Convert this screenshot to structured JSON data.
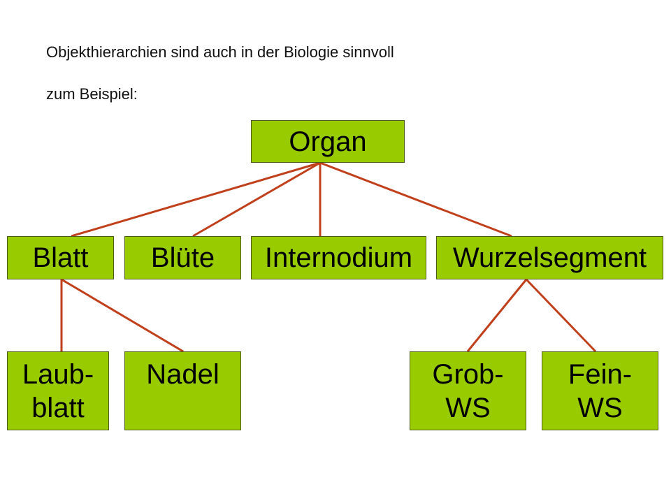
{
  "intro": {
    "line1": "Objekthierarchien sind auch in der Biologie sinnvoll",
    "line2": "zum Beispiel:"
  },
  "colors": {
    "node_fill": "#99cc00",
    "edge": "#c0401c"
  },
  "nodes": {
    "organ": "Organ",
    "blatt": "Blatt",
    "bluete": "Blüte",
    "internodium": "Internodium",
    "wurzelsegment": "Wurzelsegment",
    "laubblatt": "Laub-\nblatt",
    "nadel": "Nadel",
    "grob_ws": "Grob-\nWS",
    "fein_ws": "Fein-\nWS"
  },
  "edges": [
    [
      "organ",
      "blatt"
    ],
    [
      "organ",
      "bluete"
    ],
    [
      "organ",
      "internodium"
    ],
    [
      "organ",
      "wurzelsegment"
    ],
    [
      "blatt",
      "laubblatt"
    ],
    [
      "blatt",
      "nadel"
    ],
    [
      "wurzelsegment",
      "grob_ws"
    ],
    [
      "wurzelsegment",
      "fein_ws"
    ]
  ]
}
